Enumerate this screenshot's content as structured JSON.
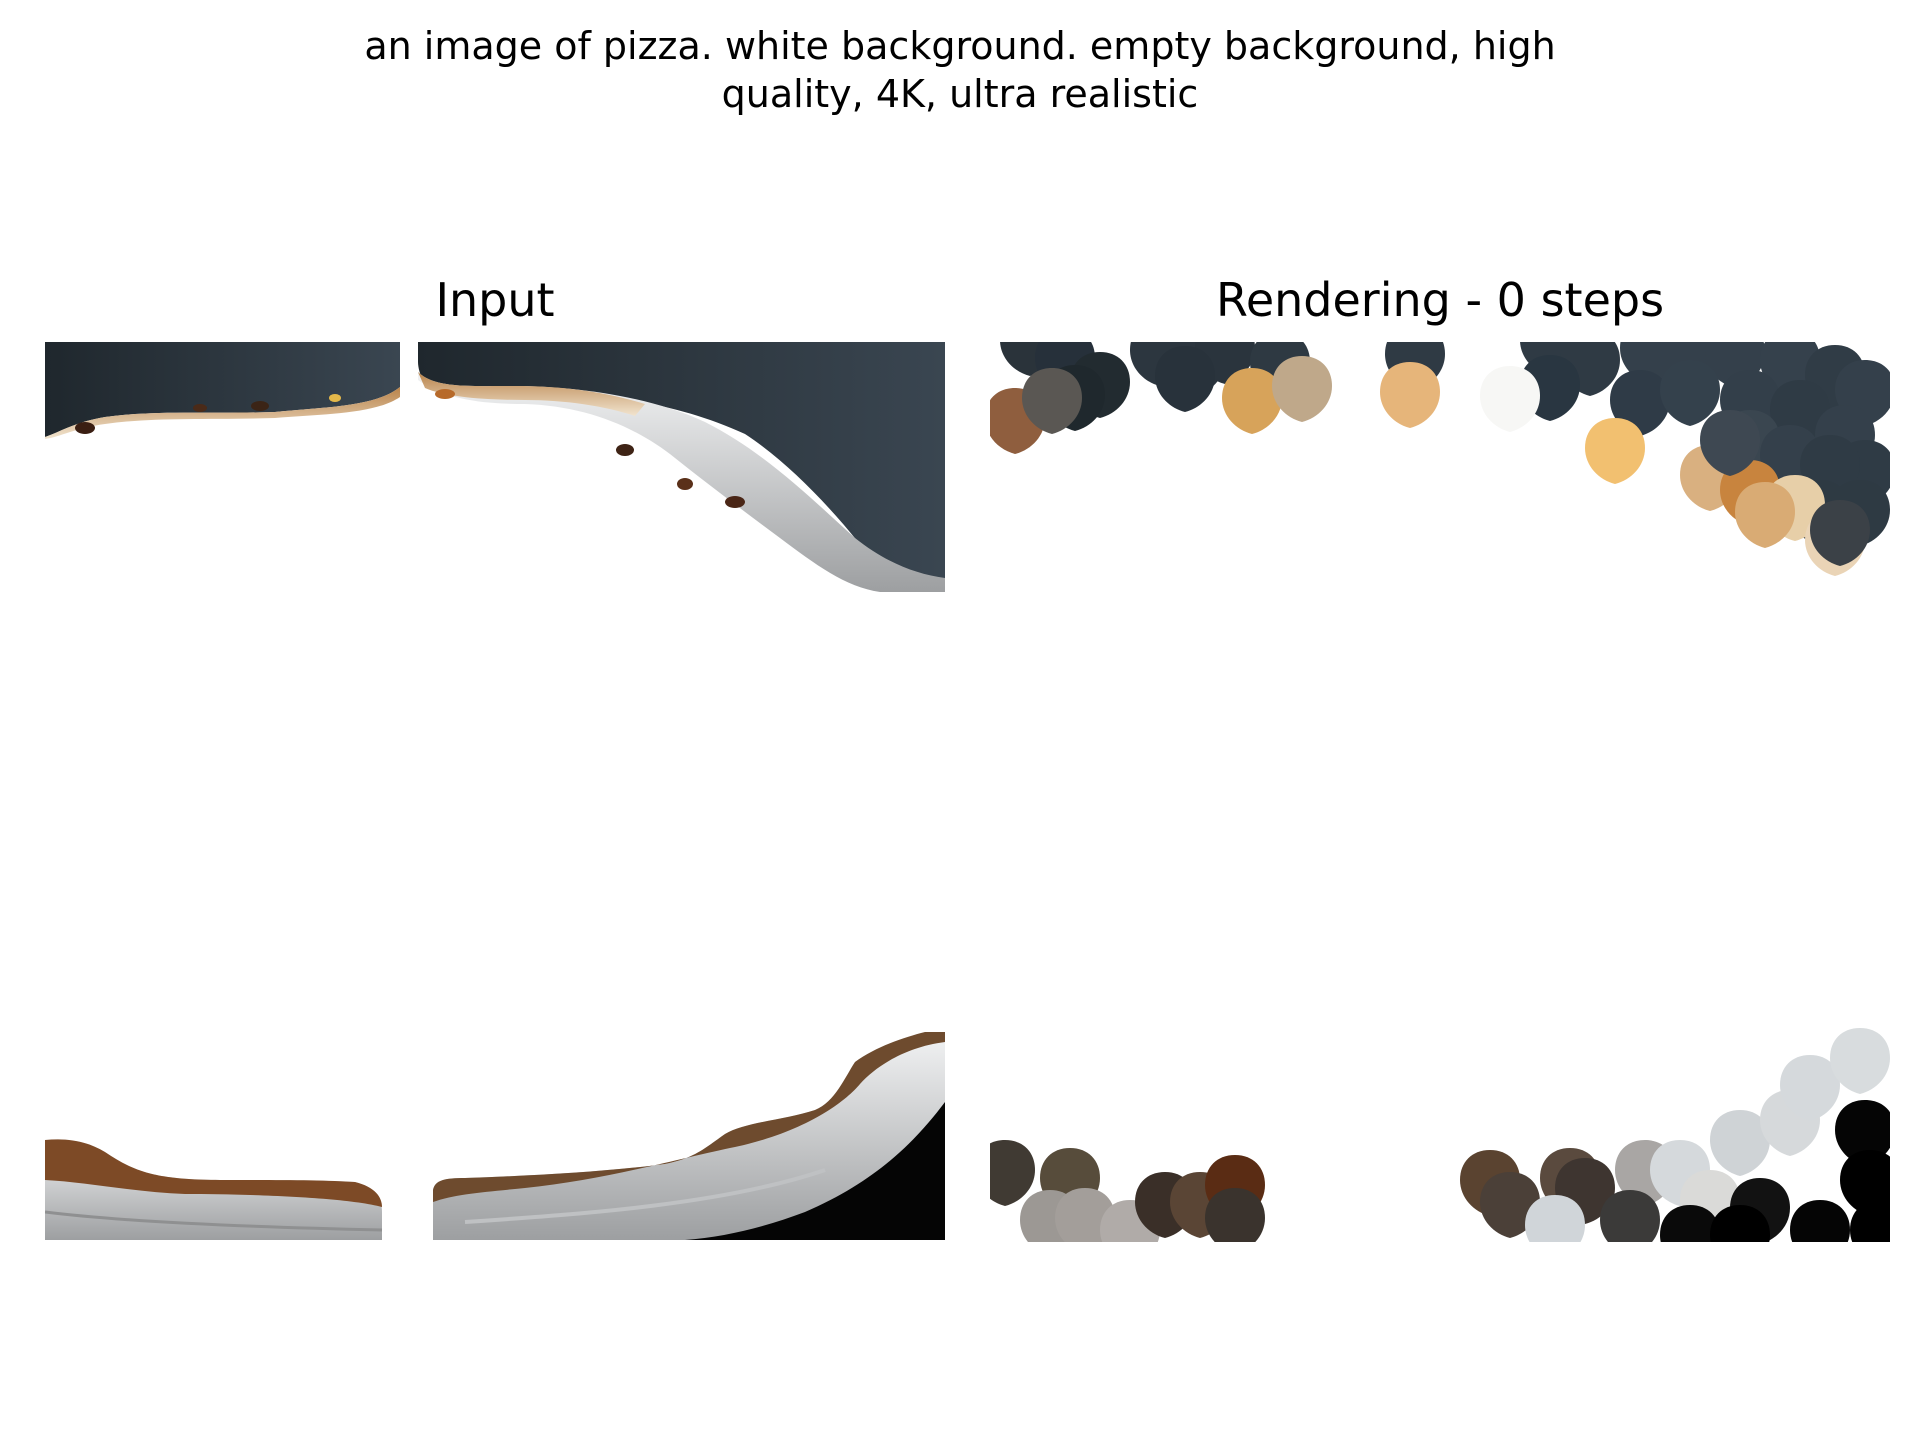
{
  "figure": {
    "suptitle_line1": "an image of pizza. white background. empty background, high",
    "suptitle_line2": "quality, 4K, ultra realistic"
  },
  "panels": {
    "input": {
      "title": "Input",
      "image_semantic": "pizza-crust-photo-masked",
      "colors": {
        "backdrop": "#36414b",
        "crust": "#e9dcc8",
        "plate": "#e6e8ea",
        "shadow": "#050505"
      }
    },
    "rendering": {
      "title": "Rendering - 0 steps",
      "image_semantic": "painted-brush-stroke-blobs",
      "colors": {
        "dark_slate": "#2f3a44",
        "tan": "#d8a868",
        "beige": "#e8d2b0",
        "brown": "#5a3a22",
        "grey": "#9a9694",
        "light_grey": "#d5d9dc",
        "black": "#050505"
      }
    }
  }
}
